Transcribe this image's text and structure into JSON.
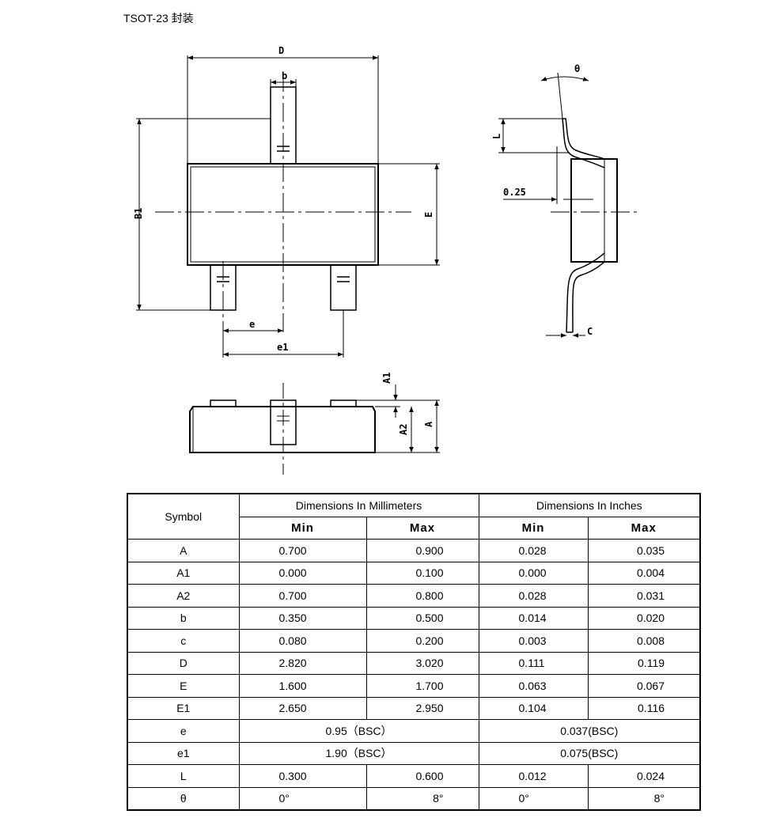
{
  "title": "TSOT-23 封装",
  "drawing_labels": {
    "D": "D",
    "b": "b",
    "B1": "B1",
    "E": "E",
    "e": "e",
    "e1": "e1",
    "theta": "θ",
    "L": "L",
    "d025": "0.25",
    "C": "C",
    "A1": "A1",
    "A2": "A2",
    "A": "A"
  },
  "table": {
    "symbol_header": "Symbol",
    "mm_header": "Dimensions In Millimeters",
    "in_header": "Dimensions In Inches",
    "min_label": "Min",
    "max_label": "Max",
    "rows": [
      {
        "sym": "A",
        "mm_min": "0.700",
        "mm_max": "0.900",
        "in_min": "0.028",
        "in_max": "0.035"
      },
      {
        "sym": "A1",
        "mm_min": "0.000",
        "mm_max": "0.100",
        "in_min": "0.000",
        "in_max": "0.004"
      },
      {
        "sym": "A2",
        "mm_min": "0.700",
        "mm_max": "0.800",
        "in_min": "0.028",
        "in_max": "0.031"
      },
      {
        "sym": "b",
        "mm_min": "0.350",
        "mm_max": "0.500",
        "in_min": "0.014",
        "in_max": "0.020"
      },
      {
        "sym": "c",
        "mm_min": "0.080",
        "mm_max": "0.200",
        "in_min": "0.003",
        "in_max": "0.008"
      },
      {
        "sym": "D",
        "mm_min": "2.820",
        "mm_max": "3.020",
        "in_min": "0.111",
        "in_max": "0.119"
      },
      {
        "sym": "E",
        "mm_min": "1.600",
        "mm_max": "1.700",
        "in_min": "0.063",
        "in_max": "0.067"
      },
      {
        "sym": "E1",
        "mm_min": "2.650",
        "mm_max": "2.950",
        "in_min": "0.104",
        "in_max": "0.116"
      },
      {
        "sym": "e",
        "mm_bsc": "0.95（BSC）",
        "in_bsc": "0.037(BSC)"
      },
      {
        "sym": "e1",
        "mm_bsc": "1.90（BSC）",
        "in_bsc": "0.075(BSC)"
      },
      {
        "sym": "L",
        "mm_min": "0.300",
        "mm_max": "0.600",
        "in_min": "0.012",
        "in_max": "0.024"
      },
      {
        "sym": "θ",
        "mm_min": "0°",
        "mm_max": "8°",
        "in_min": "0°",
        "in_max": "8°"
      }
    ]
  }
}
